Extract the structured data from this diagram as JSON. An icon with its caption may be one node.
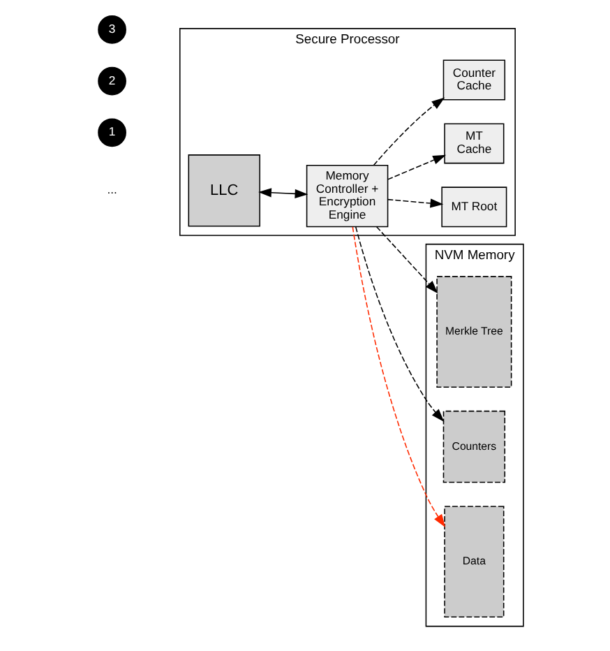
{
  "diagram": {
    "nodes": [
      {
        "text": [
          "Secure Processor"
        ]
      },
      {
        "text": [
          "MT Root"
        ],
        "in": 0
      },
      {
        "text": [
          "MT Cache"
        ],
        "in": 0
      },
      {
        "text": [
          "LLC"
        ],
        "in": 0
      },
      {
        "text": [
          "Memory Controller + Encryption Engine"
        ],
        "in": 0
      },
      {
        "text": [
          "Counter Cache"
        ],
        "in": 0
      },
      {
        "text": [
          "NVM Memory"
        ]
      },
      {
        "text": [
          "Merkle Tree"
        ],
        "in": 6
      },
      {
        "text": [
          "Counters"
        ],
        "in": 6
      },
      {
        "text": [
          "Data"
        ],
        "in": 6
      },
      {
        "text": [
          "1"
        ]
      },
      {
        "text": [
          "2"
        ]
      },
      {
        "text": [
          "3"
        ]
      }
    ],
    "edges": [
      {
        "from": 3,
        "to": 4,
        "arrow": "both"
      },
      {
        "from": 4,
        "to": 7,
        "arrow": "to",
        "style": "dashed"
      },
      {
        "from": 4,
        "to": 1,
        "arrow": "to",
        "style": "dashed"
      },
      {
        "from": 4,
        "to": 2,
        "arrow": "to",
        "style": "dashed"
      },
      {
        "from": 4,
        "to": 8,
        "arrow": "to",
        "style": "dashed"
      },
      {
        "from": 4,
        "to": 5,
        "arrow": "to",
        "style": "dashed"
      },
      {
        "from": 4,
        "to": 9,
        "arrow": "to",
        "style": "dashed",
        "color": "#ff2a00"
      }
    ],
    "labels": [
      "..."
    ]
  }
}
